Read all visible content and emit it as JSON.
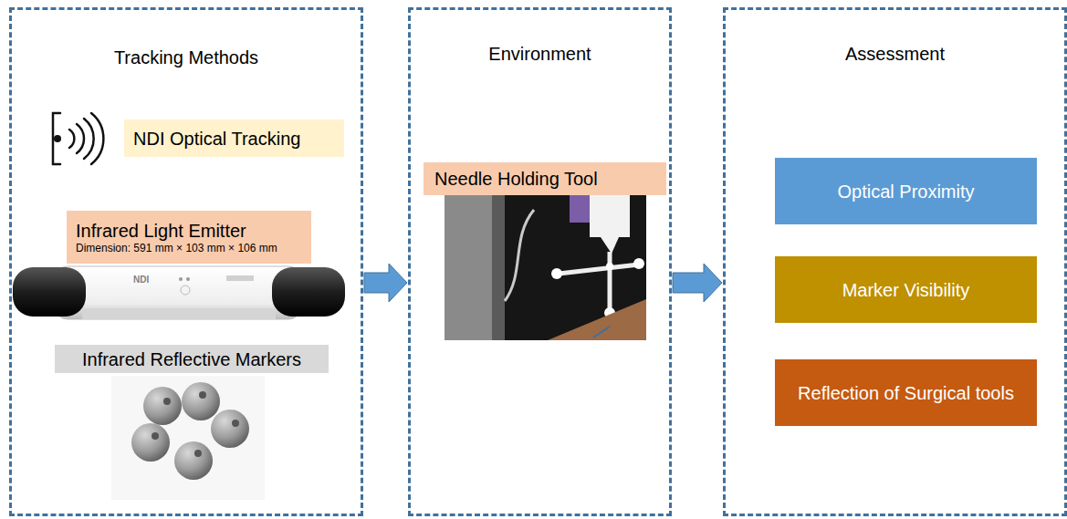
{
  "diagram": {
    "nodes": [
      {
        "text": [
          "Tracking Methods"
        ]
      },
      {
        "text": [
          "NDI Optical Tracking"
        ],
        "in": 0
      },
      {
        "text": [
          "Infrared Light Emitter",
          "Dimension: 591 mm × 103 mm × 106 mm"
        ],
        "in": 0
      },
      {
        "text": [
          "Infrared Reflective Markers"
        ],
        "in": 0
      },
      {
        "text": [
          "Environment"
        ]
      },
      {
        "text": [
          "Needle Holding Tool"
        ],
        "in": 4
      },
      {
        "text": [
          "Assessment"
        ]
      },
      {
        "text": [
          "Optical Proximity"
        ],
        "in": 6
      },
      {
        "text": [
          "Marker Visibility"
        ],
        "in": 6
      },
      {
        "text": [
          "Reflection of Surgical tools"
        ],
        "in": 6
      }
    ],
    "edges": [
      {
        "from": 0,
        "to": 4,
        "arrow": "to"
      },
      {
        "from": 4,
        "to": 6,
        "arrow": "to"
      }
    ],
    "labels": [
      "NDI"
    ]
  }
}
